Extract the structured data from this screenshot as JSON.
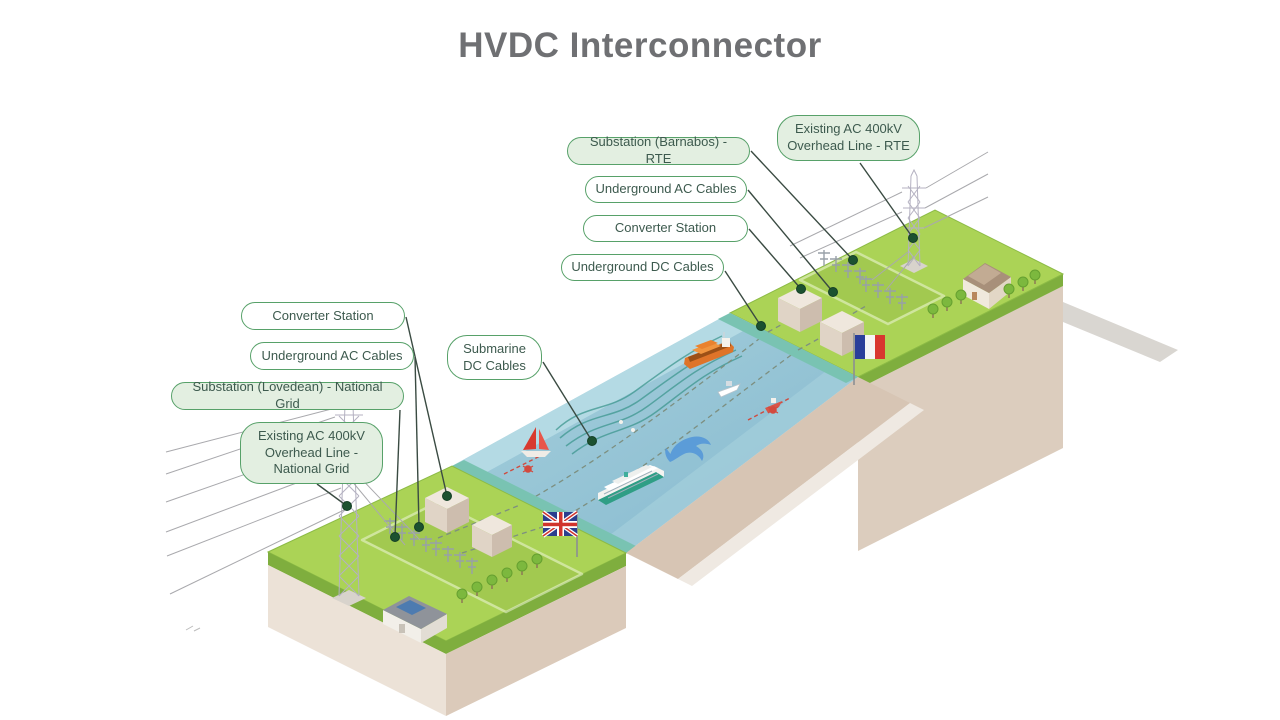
{
  "title": "HVDC Interconnector",
  "callouts": {
    "fr_overhead": "Existing AC 400kV\nOverhead Line - RTE",
    "fr_substation": "Substation (Barnabos) - RTE",
    "fr_ac_cables": "Underground AC Cables",
    "fr_converter": "Converter Station",
    "dc_cables": "Underground DC Cables",
    "submarine": "Submarine\nDC Cables",
    "uk_converter": "Converter Station",
    "uk_ac_cables": "Underground AC Cables",
    "uk_substation": "Substation (Lovedean) - National Grid",
    "uk_overhead": "Existing AC 400kV\nOverhead Line -\nNational Grid"
  },
  "colors": {
    "title_gray": "#6f7073",
    "label_border": "#57a169",
    "label_text": "#3d5a4e",
    "label_fill_tint": "#e3efe1",
    "leader_line": "#3a4b42",
    "leader_dot": "#1c5130",
    "land_green": "#abd356",
    "land_edge_green": "#7fae3e",
    "sea_blue": "#93c3d7",
    "shore_teal": "#79c3b2",
    "earth_tan": "#dccdbe",
    "uk_flag_blue": "#2b3f8f",
    "france_flag_blue": "#2a3e9a",
    "flag_red": "#d0342c"
  }
}
